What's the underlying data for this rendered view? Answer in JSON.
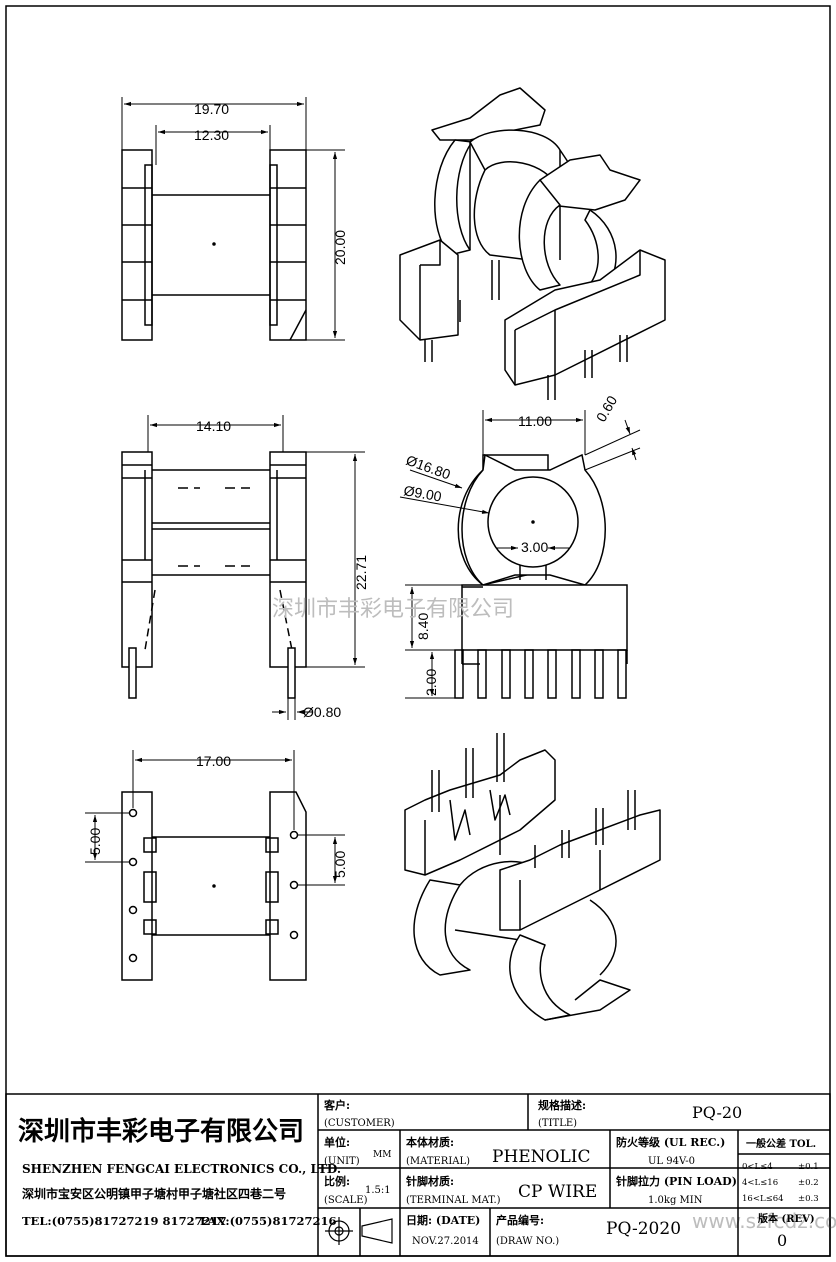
{
  "dimensions": {
    "top_width_outer": "19.70",
    "top_width_inner": "12.30",
    "top_height": "20.00",
    "front_width": "14.10",
    "front_height": "22.71",
    "pin_diameter": "Ø0.80",
    "side_width": "11.00",
    "side_thickness": "0.60",
    "outer_diameter": "Ø16.80",
    "inner_diameter": "Ø9.00",
    "slot_width": "3.00",
    "base_height": "8.40",
    "pin_length": "2.00",
    "bottom_width": "17.00",
    "pitch_left": "5.00",
    "pitch_right": "5.00"
  },
  "watermark": {
    "center": "深圳市丰彩电子有限公司",
    "corner": "www.szfcdz.com"
  },
  "title_block": {
    "company_cn": "深圳市丰彩电子有限公司",
    "company_en": "SHENZHEN FENGCAI ELECTRONICS CO., LTD.",
    "address": "深圳市宝安区公明镇甲子塘村甲子塘社区四巷二号",
    "tel": "TEL:(0755)81727219   81727217",
    "fax": "FAX:(0755)81727216",
    "customer_label": "客户:",
    "customer_label_en": "(CUSTOMER)",
    "title_label": "规格描述:",
    "title_label_en": "(TITLE)",
    "title_value": "PQ-20",
    "unit_label": "单位:",
    "unit_label_en": "(UNIT)",
    "unit_value": "MM",
    "material_label": "本体材质:",
    "material_label_en": "(MATERIAL)",
    "material_value": "PHENOLIC",
    "ul_label": "防火等级 (UL REC.)",
    "ul_value": "UL 94V-0",
    "tol_label": "一般公差 TOL.",
    "tol_rows": [
      {
        "range": "0<L≤4",
        "value": "±0.1"
      },
      {
        "range": "4<L≤16",
        "value": "±0.2"
      },
      {
        "range": "16<L≤64",
        "value": "±0.3"
      }
    ],
    "scale_label": "比例:",
    "scale_label_en": "(SCALE)",
    "scale_value": "1.5:1",
    "terminal_label": "针脚材质:",
    "terminal_label_en": "(TERMINAL MAT.)",
    "terminal_value": "CP WIRE",
    "pin_load_label": "针脚拉力 (PIN LOAD)",
    "pin_load_value": "1.0kg MIN",
    "date_label": "日期: (DATE)",
    "date_value": "NOV.27.2014",
    "drawno_label": "产品编号:",
    "drawno_label_en": "(DRAW NO.)",
    "drawno_value": "PQ-2020",
    "rev_label": "版本 (REV)",
    "rev_value": "0"
  }
}
